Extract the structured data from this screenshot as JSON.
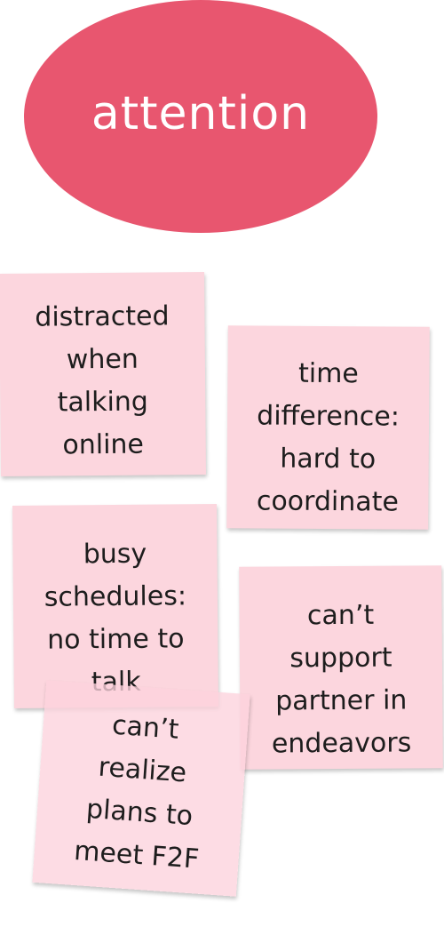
{
  "title": {
    "text": "attention",
    "color": "#e8566f"
  },
  "note_color": "#fcd6de",
  "notes": [
    {
      "lines": [
        "distracted",
        "when",
        "talking",
        "online"
      ]
    },
    {
      "lines": [
        "time",
        "difference:",
        "hard to",
        "coordinate"
      ]
    },
    {
      "lines": [
        "busy",
        "schedules:",
        "no time to",
        "talk"
      ]
    },
    {
      "lines": [
        "can’t",
        "support",
        "partner in",
        "endeavors"
      ]
    },
    {
      "lines": [
        "can’t",
        "realize",
        "plans to",
        "meet F2F"
      ]
    }
  ]
}
